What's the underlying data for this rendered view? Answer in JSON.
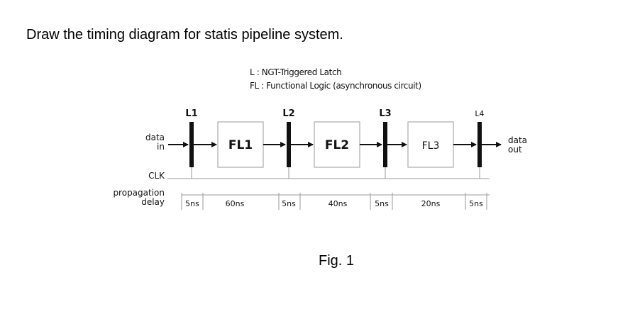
{
  "question": "Draw the timing diagram for statis pipeline system.",
  "legend": {
    "latch_def": "L  : NGT-Triggered Latch",
    "fl_def": "FL : Functional Logic (asynchronous circuit)"
  },
  "latches": [
    "L1",
    "L2",
    "L3",
    "L4"
  ],
  "blocks": [
    "FL1",
    "FL2",
    "FL3"
  ],
  "signals": {
    "data_in": [
      "data",
      "in"
    ],
    "data_out": [
      "data",
      "out"
    ],
    "clk": "CLK",
    "propagation_delay": [
      "propagation",
      "delay"
    ]
  },
  "delays": [
    "5ns",
    "60ns",
    "5ns",
    "40ns",
    "5ns",
    "20ns",
    "5ns"
  ],
  "figure_caption": "Fig. 1"
}
